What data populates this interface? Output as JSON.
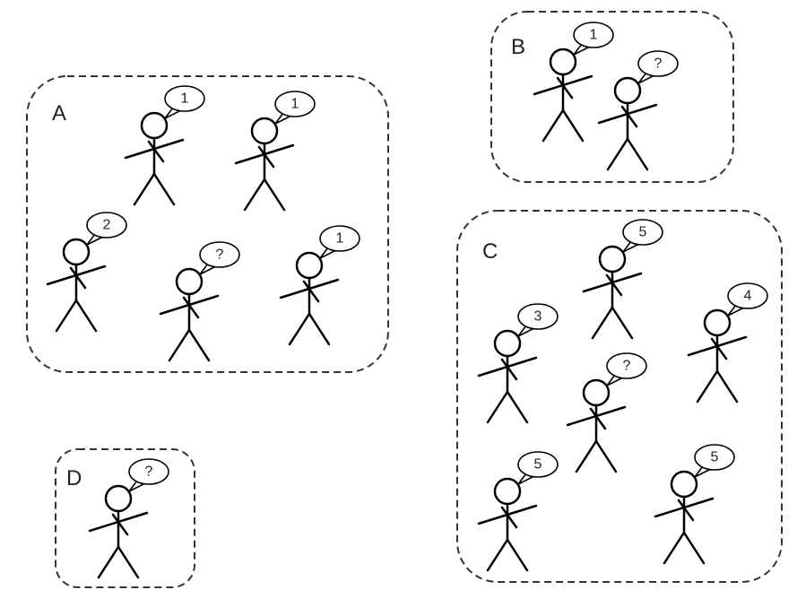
{
  "groups": [
    {
      "label": "A",
      "people": [
        "1",
        "1",
        "2",
        "?",
        "1"
      ]
    },
    {
      "label": "B",
      "people": [
        "1",
        "?"
      ]
    },
    {
      "label": "C",
      "people": [
        "5",
        "3",
        "4",
        "?",
        "5",
        "5"
      ]
    },
    {
      "label": "D",
      "people": [
        "?"
      ]
    }
  ]
}
